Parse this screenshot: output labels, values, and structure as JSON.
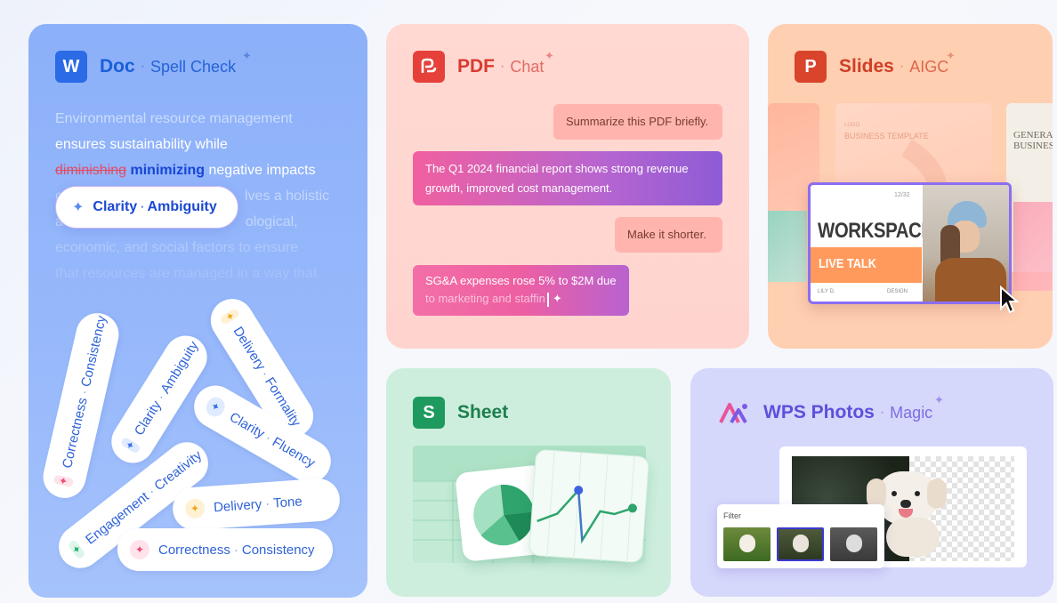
{
  "doc": {
    "logo": "W",
    "title": "Doc",
    "subtitle": "Spell Check",
    "text": {
      "line1": "Environmental resource management",
      "line2": "ensures sustainability while",
      "struck": "diminishing",
      "replacement": "minimizing",
      "line3_rest": " negative impacts",
      "line4_start": "c",
      "line4_end": "lves a holistic",
      "line5_start": "a",
      "line5_end": "ological,",
      "line6": "economic, and social factors to ensure",
      "line7": "that resources are managed in a way that"
    },
    "tooltip": {
      "a": "Clarity",
      "b": "Ambiguity"
    },
    "pills": [
      {
        "a": "Correctness",
        "b": "Consistency"
      },
      {
        "a": "Clarity",
        "b": "Ambiguity"
      },
      {
        "a": "Delivery",
        "b": "Formality"
      },
      {
        "a": "Clarity",
        "b": "Fluency"
      },
      {
        "a": "Engagement",
        "b": "Creativity"
      },
      {
        "a": "Delivery",
        "b": "Tone"
      },
      {
        "a": "Correctness",
        "b": "Consistency"
      }
    ]
  },
  "pdf": {
    "title": "PDF",
    "subtitle": "Chat",
    "messages": [
      {
        "role": "user",
        "text": "Summarize this PDF briefly."
      },
      {
        "role": "ai",
        "text": "The Q1 2024 financial report shows strong revenue growth, improved cost management."
      },
      {
        "role": "user",
        "text": "Make it shorter."
      },
      {
        "role": "ai",
        "text_a": "SG&A expenses rose 5% to $2M due",
        "text_b": "to marketing and staffin"
      }
    ]
  },
  "slides": {
    "logo": "P",
    "title": "Slides",
    "subtitle": "AIGC",
    "bg_left_label": "LOGO",
    "bg_left_title": "BUSINESS TEMPLATE",
    "bg_right_title": "GENERAL BUSINESS",
    "slide": {
      "page": "12/32",
      "title": "WORKSPACE",
      "banner": "LIVE TALK",
      "left_footer": "LILY D.",
      "right_footer": "DESIGN"
    }
  },
  "sheet": {
    "logo": "S",
    "title": "Sheet"
  },
  "photos": {
    "title": "WPS Photos",
    "subtitle": "Magic",
    "filter_label": "Filter"
  },
  "colors": {
    "doc_blue": "#1b5fd9",
    "pdf_red": "#e0413a",
    "slides_red": "#d7452e",
    "sheet_green": "#1d8a54",
    "photos_purple": "#6a5be0"
  }
}
